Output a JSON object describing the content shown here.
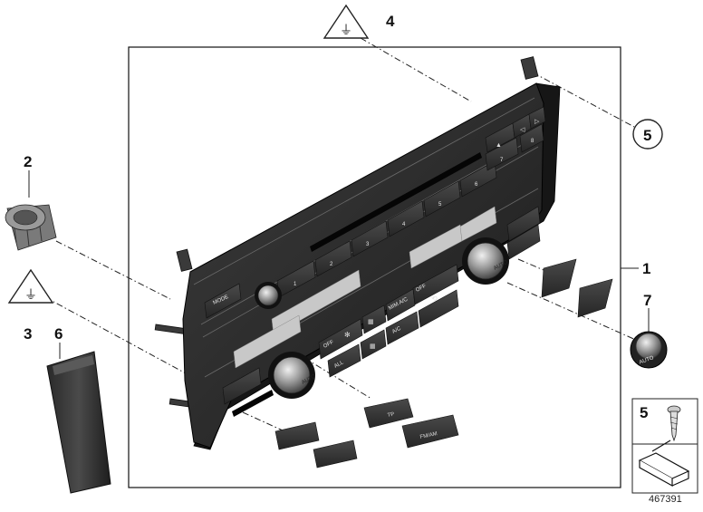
{
  "diagram": {
    "callouts": [
      "1",
      "2",
      "3",
      "4",
      "5",
      "6",
      "7"
    ],
    "panel_buttons": {
      "mode": "MODE",
      "presets": [
        "1",
        "2",
        "3",
        "4",
        "5",
        "6",
        "7",
        "8"
      ],
      "mim_ac": "MIM A/C",
      "ac": "A/C",
      "all": "ALL",
      "off_left": "OFF",
      "off_right": "OFF",
      "auto_left": "AUTO",
      "auto_right": "AUTO"
    },
    "loose_buttons": {
      "tp": "TP",
      "fm_am": "FM/AM",
      "knob_auto": "AUTO"
    },
    "legend_box_number": "5",
    "drawing_number": "467391"
  }
}
